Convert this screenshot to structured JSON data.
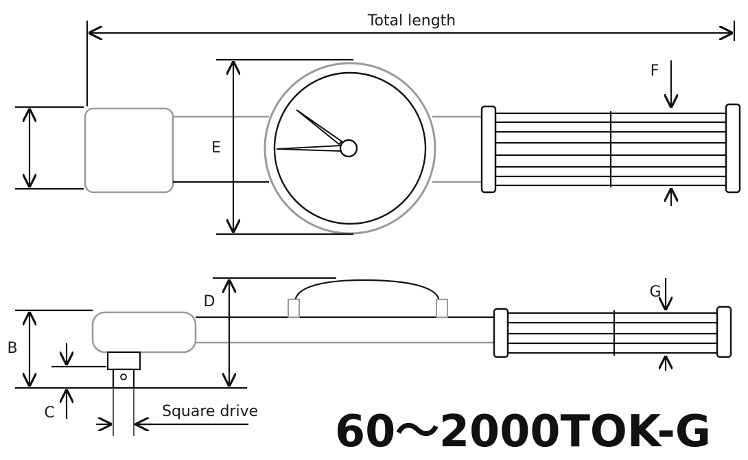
{
  "labels": {
    "total_length": "Total length",
    "b": "B",
    "c": "C",
    "d": "D",
    "e": "E",
    "f": "F",
    "g": "G",
    "square_drive": "Square drive"
  },
  "model": "60～2000TOK-G",
  "colors": {
    "line": "#111111",
    "outline_gray": "#9a9a9a"
  }
}
